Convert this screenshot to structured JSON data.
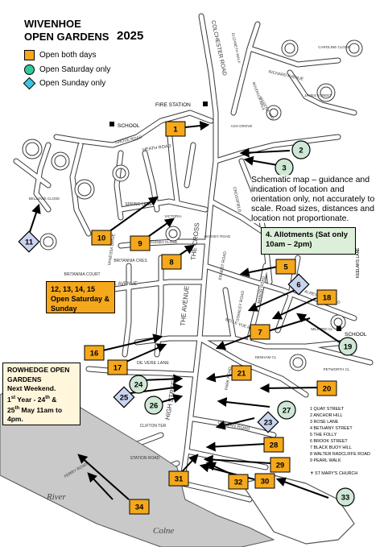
{
  "title": {
    "line1": "WIVENHOE",
    "line2": "OPEN GARDENS",
    "year": "2025"
  },
  "legend": [
    {
      "label": "Open both days",
      "shape": "square",
      "color": "#f5a81c"
    },
    {
      "label": "Open Saturday only",
      "shape": "circle",
      "color": "#2dc9a2"
    },
    {
      "label": "Open Sunday only",
      "shape": "diamond",
      "color": "#3ec6e0"
    }
  ],
  "colors": {
    "both": "#f5a81c",
    "saturday": "#cfe8d6",
    "sunday": "#c9d4ef",
    "allotments": "#dcefd8",
    "river": "#bdbdbd"
  },
  "note": "Schematic map – guidance and indication of location and orientation only, not accurately to scale.  Road sizes, distances and location not proportionate.",
  "allotments_box": "4. Allotments (Sat only 10am – 2pm)",
  "group_box": "12, 13, 14, 15 Open Saturday & Sunday",
  "rowhedge": {
    "l1": "ROWHEDGE OPEN",
    "l2": "GARDENS",
    "l3": "Next Weekend.",
    "l4a": "1",
    "l4b": "st",
    "l4c": " Year - 24",
    "l4d": "th",
    "l4e": " &",
    "l5a": "25",
    "l5b": "th",
    "l5c": " May 11am to",
    "l6": "4pm."
  },
  "key": [
    "1  QUAY STREET",
    "2  ANCHOR HILL",
    "3  ROSE LANE",
    "4  BETHANY STREET",
    "5  THE FOLLY",
    "6  BROOK STREET",
    "7  BLACK BUOY HILL",
    "8  WALTER RADCLIFFE ROAD",
    "9  PEARL WALK",
    "",
    "✝  ST MARY'S CHURCH"
  ],
  "landmarks": {
    "fire_station": "FIRE STATION",
    "school_nw": "SCHOOL",
    "school_e": "SCHOOL",
    "keelars_lane": "KEELARS LANE",
    "river": "River",
    "river2": "Colne"
  },
  "markers": [
    {
      "n": "1",
      "type": "both"
    },
    {
      "n": "2",
      "type": "saturday"
    },
    {
      "n": "3",
      "type": "saturday"
    },
    {
      "n": "5",
      "type": "both"
    },
    {
      "n": "6",
      "type": "sunday"
    },
    {
      "n": "7",
      "type": "both"
    },
    {
      "n": "8",
      "type": "both"
    },
    {
      "n": "9",
      "type": "both"
    },
    {
      "n": "10",
      "type": "both"
    },
    {
      "n": "11",
      "type": "sunday"
    },
    {
      "n": "16",
      "type": "both"
    },
    {
      "n": "17",
      "type": "both"
    },
    {
      "n": "18",
      "type": "both"
    },
    {
      "n": "19",
      "type": "saturday"
    },
    {
      "n": "20",
      "type": "both"
    },
    {
      "n": "21",
      "type": "both"
    },
    {
      "n": "23",
      "type": "sunday"
    },
    {
      "n": "24",
      "type": "saturday"
    },
    {
      "n": "25",
      "type": "sunday"
    },
    {
      "n": "26",
      "type": "saturday"
    },
    {
      "n": "27",
      "type": "saturday"
    },
    {
      "n": "28",
      "type": "both"
    },
    {
      "n": "29",
      "type": "both"
    },
    {
      "n": "30",
      "type": "both"
    },
    {
      "n": "31",
      "type": "both"
    },
    {
      "n": "32",
      "type": "both"
    },
    {
      "n": "33",
      "type": "saturday"
    },
    {
      "n": "34",
      "type": "both"
    }
  ],
  "roads": {
    "colchester": "COLCHESTER ROAD",
    "avenue": "THE AVENUE",
    "cross": "THE CROSS",
    "heath": "HEATH ROAD",
    "rosabelle": "ROSABELLE AVENUE",
    "britannia": "BRITANNIA COURT",
    "queens": "QUEENS ROAD",
    "devere": "DE VERE LANE",
    "richard": "RICHARD AVENUE",
    "alresford": "ALRESFORD ROAD",
    "high": "HIGH STREET",
    "clifton": "CLIFTON TER",
    "station": "STATION ROAD",
    "belle": "BELLE VUE ROAD",
    "manor": "MANOR ROAD",
    "stanley": "STANLEY ROAD",
    "grove": "GROVE ROAD",
    "park": "PARK ROAD",
    "crossfield": "CROSSFIELD",
    "ernest": "ERNEST ROAD",
    "brook": "BROOK STREET",
    "vanessa": "VANESSA DRIVE",
    "elizabeth": "ELIZABETH WALK",
    "boudicca": "BOUDICCA WALK",
    "caroline": "CAROLINE CLOSE",
    "james": "JAMES STREET",
    "paddock": "PADDOCK WAY",
    "ash": "ASH GROVE",
    "spring": "SPRING LANE",
    "anglesea": "ANGLESEA CLOSE",
    "milford": "MILFORD CL",
    "pemorth": "PETWORTH CL",
    "brittania": "BRITANNIA CRES",
    "heathcote": "VICTORIA",
    "harvey": "HARVEY ROAD",
    "ferry": "FERRY ROAD",
    "denham": "DENHAM CL",
    "bellows": "BELLOWS CLOSE"
  }
}
